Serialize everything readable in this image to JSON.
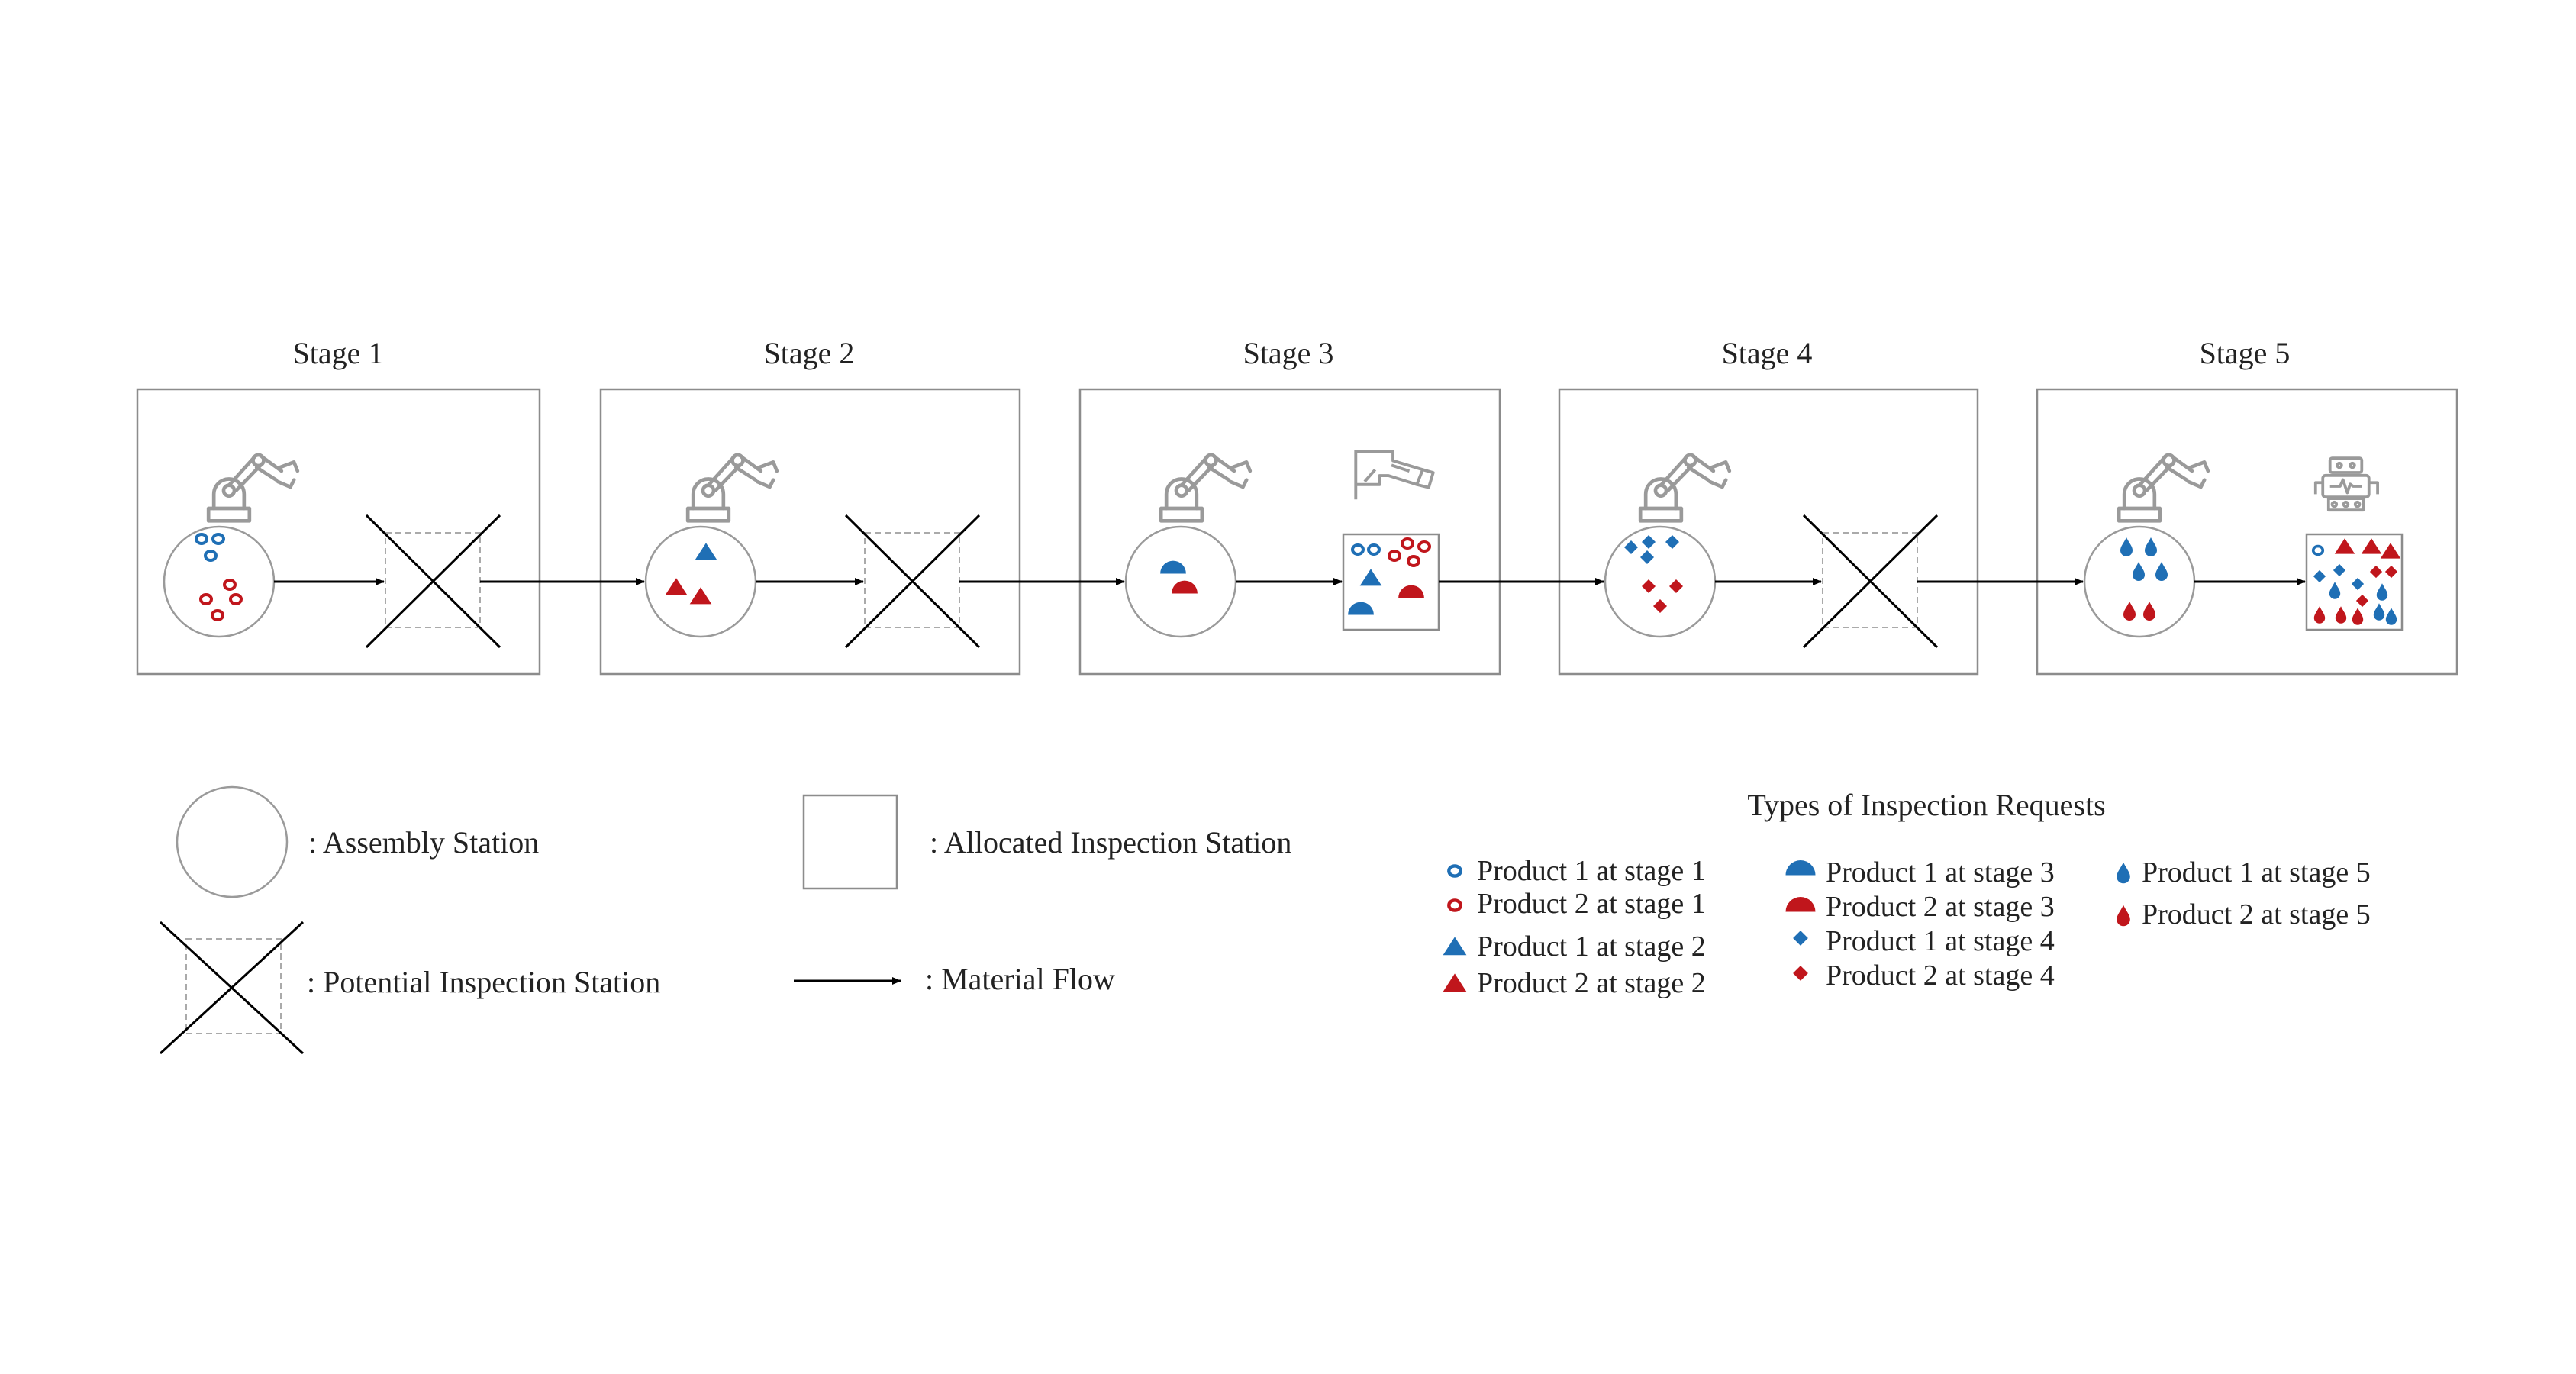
{
  "stages": [
    {
      "title": "Stage 1",
      "inspection": "potential",
      "inspection_icon": "none",
      "assembly_marks": "circles"
    },
    {
      "title": "Stage 2",
      "inspection": "potential",
      "inspection_icon": "none",
      "assembly_marks": "triangles"
    },
    {
      "title": "Stage 3",
      "inspection": "allocated",
      "inspection_icon": "camera-icon",
      "assembly_marks": "semicircles"
    },
    {
      "title": "Stage 4",
      "inspection": "potential",
      "inspection_icon": "none",
      "assembly_marks": "diamonds"
    },
    {
      "title": "Stage 5",
      "inspection": "allocated",
      "inspection_icon": "robot-icon",
      "assembly_marks": "drops"
    }
  ],
  "legend": {
    "assembly_station": ": Assembly Station",
    "allocated_inspection": ": Allocated Inspection Station",
    "potential_inspection": ": Potential Inspection Station",
    "material_flow": ": Material Flow"
  },
  "types": {
    "title": "Types of Inspection Requests",
    "items": [
      {
        "label": "Product 1 at stage 1",
        "shape": "circle",
        "color": "#1f6fb5"
      },
      {
        "label": "Product 2 at stage 1",
        "shape": "circle",
        "color": "#c0161c"
      },
      {
        "label": "Product 1 at stage 2",
        "shape": "triangle",
        "color": "#1f6fb5"
      },
      {
        "label": "Product 2 at stage 2",
        "shape": "triangle",
        "color": "#c0161c"
      },
      {
        "label": "Product 1 at stage 3",
        "shape": "semicircle",
        "color": "#1f6fb5"
      },
      {
        "label": "Product 2 at stage 3",
        "shape": "semicircle",
        "color": "#c0161c"
      },
      {
        "label": "Product 1 at stage 4",
        "shape": "diamond",
        "color": "#1f6fb5"
      },
      {
        "label": "Product 2 at stage 4",
        "shape": "diamond",
        "color": "#c0161c"
      },
      {
        "label": "Product 1 at stage 5",
        "shape": "drop",
        "color": "#1f6fb5"
      },
      {
        "label": "Product 2 at stage 5",
        "shape": "drop",
        "color": "#c0161c"
      }
    ]
  },
  "colors": {
    "product1": "#1f6fb5",
    "product2": "#c0161c",
    "icon_gray": "#9a9a9a",
    "box_border": "#8c8c8c"
  }
}
